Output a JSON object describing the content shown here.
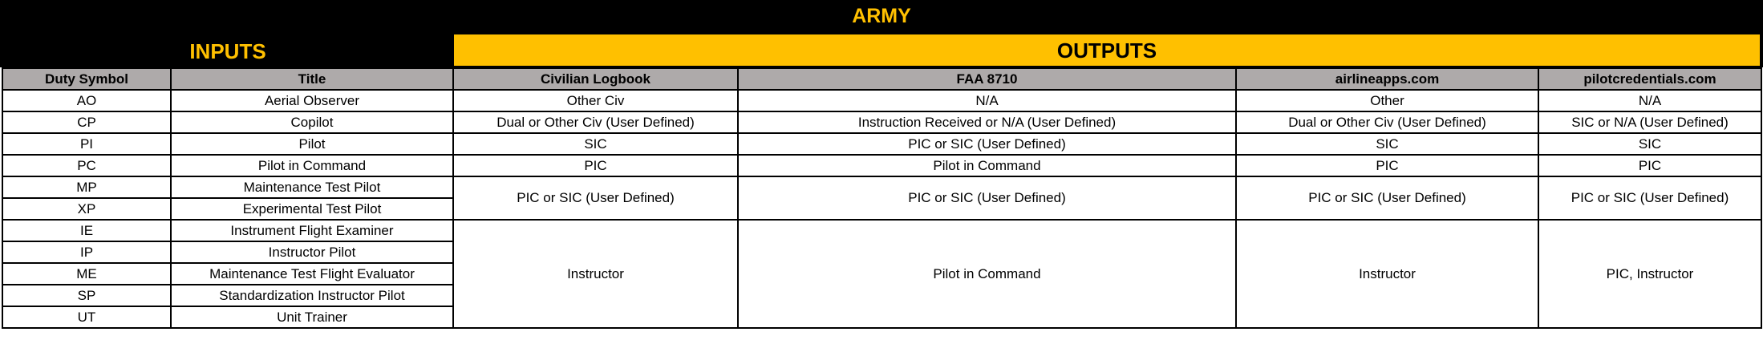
{
  "title": "ARMY",
  "inputs_label": "INPUTS",
  "outputs_label": "OUTPUTS",
  "colors": {
    "accent": "#FFC000",
    "header_bg": "#AEAAAA",
    "band": "#000000"
  },
  "headers": [
    "Duty Symbol",
    "Title",
    "Civilian Logbook",
    "FAA 8710",
    "airlineapps.com",
    "pilotcredentials.com"
  ],
  "rows": [
    {
      "symbol": "AO",
      "title": "Aerial Observer"
    },
    {
      "symbol": "CP",
      "title": "Copilot"
    },
    {
      "symbol": "PI",
      "title": "Pilot"
    },
    {
      "symbol": "PC",
      "title": "Pilot in Command"
    },
    {
      "symbol": "MP",
      "title": "Maintenance Test Pilot"
    },
    {
      "symbol": "XP",
      "title": "Experimental Test Pilot"
    },
    {
      "symbol": "IE",
      "title": "Instrument Flight Examiner"
    },
    {
      "symbol": "IP",
      "title": "Instructor Pilot"
    },
    {
      "symbol": "ME",
      "title": "Maintenance Test Flight Evaluator"
    },
    {
      "symbol": "SP",
      "title": "Standardization Instructor Pilot"
    },
    {
      "symbol": "UT",
      "title": "Unit Trainer"
    }
  ],
  "outputs": [
    [
      "Other Civ",
      "N/A",
      "Other",
      "N/A"
    ],
    [
      "Dual or Other Civ (User Defined)",
      "Instruction Received or N/A (User Defined)",
      "Dual or Other Civ (User Defined)",
      "SIC or N/A (User Defined)"
    ],
    [
      "SIC",
      "PIC or SIC (User Defined)",
      "SIC",
      "SIC"
    ],
    [
      "PIC",
      "Pilot in Command",
      "PIC",
      "PIC"
    ],
    [
      "PIC or SIC (User Defined)",
      "PIC or SIC (User Defined)",
      "PIC or SIC (User Defined)",
      "PIC or SIC (User Defined)"
    ],
    [
      "Instructor",
      "Pilot in Command",
      "Instructor",
      "PIC, Instructor"
    ]
  ]
}
